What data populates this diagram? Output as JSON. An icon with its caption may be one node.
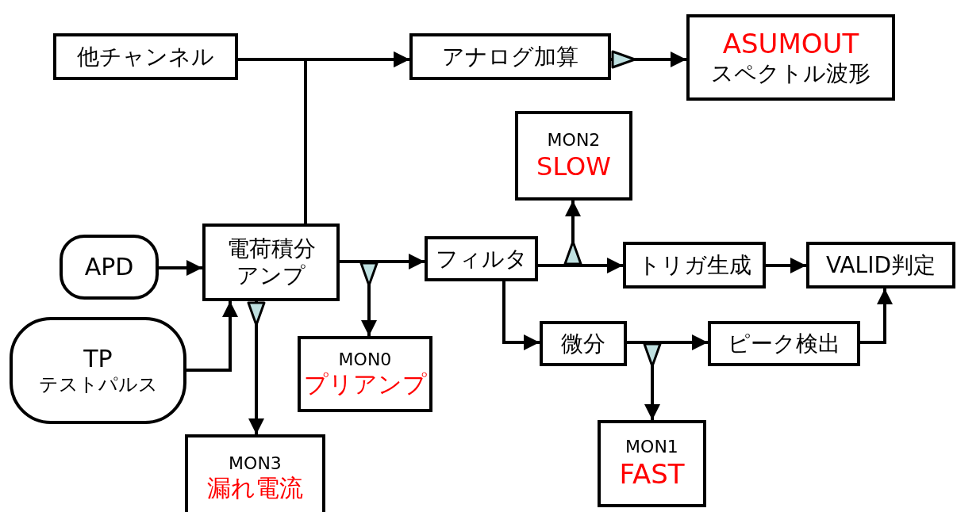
{
  "diagram": {
    "nodes": [
      {
        "text": [
          "他チャンネル"
        ]
      },
      {
        "text": [
          "アナログ加算"
        ]
      },
      {
        "text": [
          "ASUMOUT",
          "スペクトル波形"
        ]
      },
      {
        "text": [
          "MON2",
          "SLOW"
        ]
      },
      {
        "text": [
          "APD"
        ]
      },
      {
        "text": [
          "電荷積分アンプ"
        ]
      },
      {
        "text": [
          "フィルタ"
        ]
      },
      {
        "text": [
          "トリガ生成"
        ]
      },
      {
        "text": [
          "VALID判定"
        ]
      },
      {
        "text": [
          "TP",
          "テストパルス"
        ]
      },
      {
        "text": [
          "MON0",
          "プリアンプ"
        ]
      },
      {
        "text": [
          "微分"
        ]
      },
      {
        "text": [
          "ピーク検出"
        ]
      },
      {
        "text": [
          "MON3",
          "漏れ電流"
        ]
      },
      {
        "text": [
          "MON1",
          "FAST"
        ]
      }
    ],
    "edges": [
      {
        "from": 0,
        "to": 1,
        "arrow": "to"
      },
      {
        "from": 5,
        "to": 1,
        "arrow": "to"
      },
      {
        "from": 1,
        "to": 2,
        "arrow": "to"
      },
      {
        "from": 4,
        "to": 5,
        "arrow": "to"
      },
      {
        "from": 9,
        "to": 5,
        "arrow": "to"
      },
      {
        "from": 5,
        "to": 6,
        "arrow": "to"
      },
      {
        "from": 5,
        "to": 10,
        "arrow": "to"
      },
      {
        "from": 5,
        "to": 13,
        "arrow": "to"
      },
      {
        "from": 6,
        "to": 7,
        "arrow": "to"
      },
      {
        "from": 6,
        "to": 3,
        "arrow": "to"
      },
      {
        "from": 6,
        "to": 11,
        "arrow": "to"
      },
      {
        "from": 7,
        "to": 8,
        "arrow": "to"
      },
      {
        "from": 11,
        "to": 12,
        "arrow": "to"
      },
      {
        "from": 11,
        "to": 14,
        "arrow": "to"
      },
      {
        "from": 12,
        "to": 8,
        "arrow": "to"
      }
    ]
  }
}
